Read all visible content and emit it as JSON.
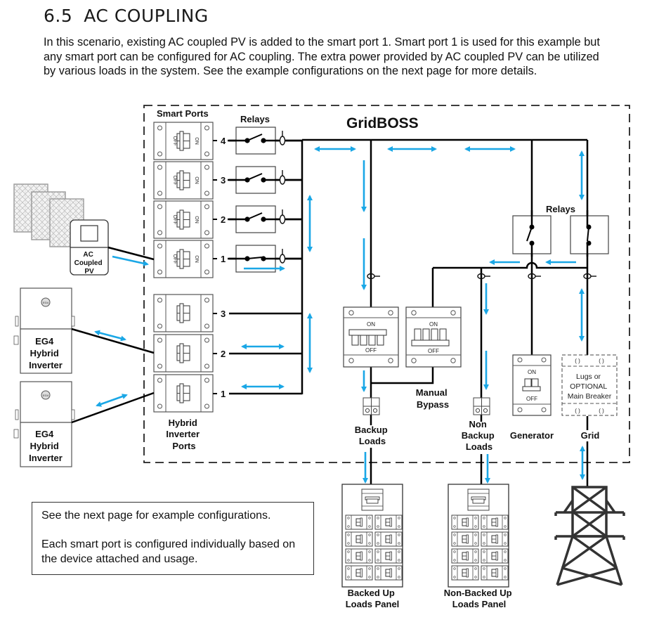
{
  "header": {
    "section_number": "6.5",
    "title": "AC COUPLING"
  },
  "intro_text": "In this scenario, existing AC coupled PV is added to the smart port 1. Smart port 1 is used for this example but any smart port can be configured for AC coupling. The extra power provided by AC coupled PV can be utilized by various loads in the system. See the example configurations on the next page for more details.",
  "diagram": {
    "enclosure_label": "GridBOSS",
    "smart_ports": {
      "label": "Smart Ports",
      "ports": [
        "4",
        "3",
        "2",
        "1"
      ],
      "breaker_off": "OFF",
      "breaker_on": "ON"
    },
    "smart_relays_label": "Relays",
    "hybrid_inverter_ports": {
      "label_lines": [
        "Hybrid",
        "Inverter",
        "Ports"
      ],
      "ports": [
        "3",
        "2",
        "1"
      ]
    },
    "ac_coupled_pv": {
      "label_lines": [
        "AC",
        "Coupled",
        "PV"
      ]
    },
    "inverters": [
      {
        "label_lines": [
          "EG4",
          "Hybrid",
          "Inverter"
        ],
        "logo": "EG4"
      },
      {
        "label_lines": [
          "EG4",
          "Hybrid",
          "Inverter"
        ],
        "logo": "EG4"
      }
    ],
    "main_breakers": {
      "on": "ON",
      "off": "OFF"
    },
    "manual_bypass_label_lines": [
      "Manual",
      "Bypass"
    ],
    "backup_loads_label_lines": [
      "Backup",
      "Loads"
    ],
    "non_backup_loads_label_lines": [
      "Non",
      "Backup",
      "Loads"
    ],
    "grid_relays_label": "Relays",
    "generator": {
      "label": "Generator",
      "on": "ON",
      "off": "OFF"
    },
    "grid": {
      "label": "Grid",
      "breaker_label_lines": [
        "Lugs or",
        "OPTIONAL",
        "Main Breaker"
      ]
    },
    "panels": [
      {
        "label_lines": [
          "Backed Up",
          "Loads Panel"
        ]
      },
      {
        "label_lines": [
          "Non-Backed Up",
          "Loads Panel"
        ]
      }
    ],
    "colors": {
      "flow_arrow": "#1aa7e6",
      "wire": "#000000",
      "device_outline": "#444444"
    }
  },
  "note": {
    "line1": "See the next page for example configurations.",
    "line2": "Each smart port is configured individually based on the device attached and usage."
  }
}
